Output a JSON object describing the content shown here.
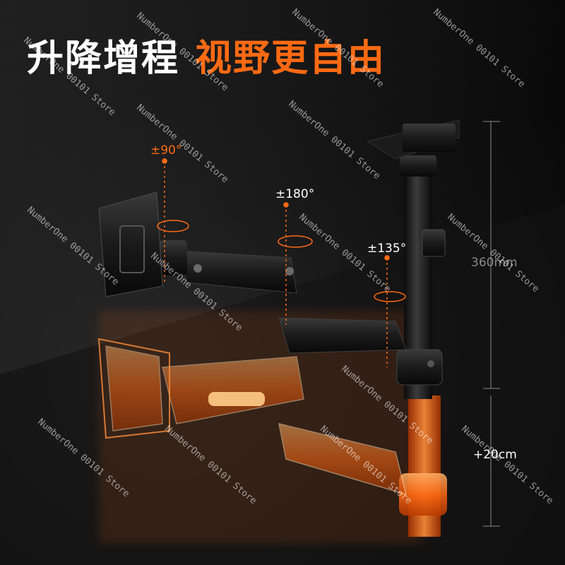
{
  "headline": {
    "white": "升降增程",
    "orange": "视野更自由"
  },
  "rotation_labels": {
    "top_left": "±90°",
    "middle": "±180°",
    "right": "±135°"
  },
  "measurements": {
    "height": "360mm",
    "extension": "+20cm"
  },
  "watermark": "NumberOne 00101 Store",
  "colors": {
    "accent": "#ff6a13",
    "background": "#0d0d0d",
    "arm": "#1c1c1c",
    "text": "#ffffff",
    "dimension_text": "#8a8a8a"
  }
}
